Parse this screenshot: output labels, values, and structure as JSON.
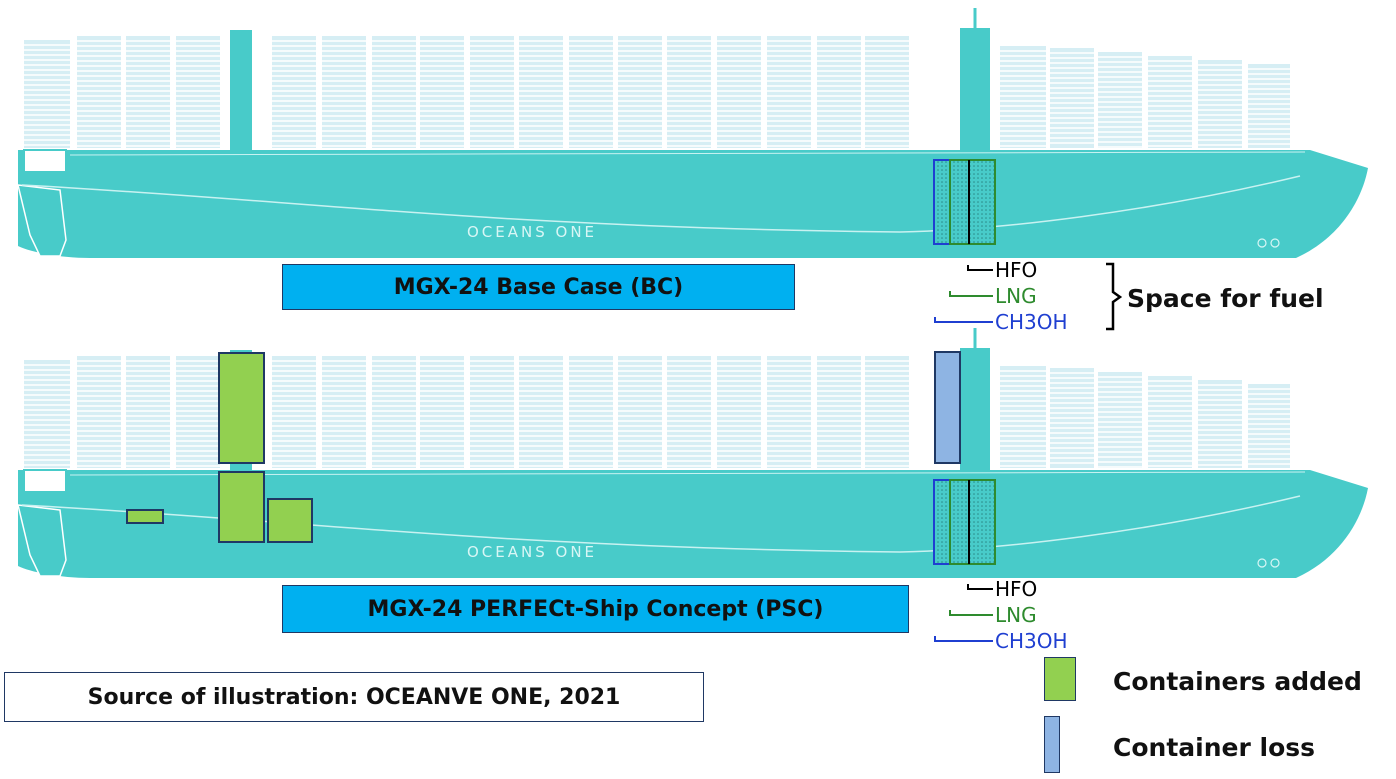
{
  "colors": {
    "hull": "#48cbc9",
    "container_stack": "#d6eef4",
    "container_line": "#ffffff",
    "title_box": "#00b0f0",
    "added": "#92d050",
    "loss": "#8eb4e3",
    "hfo": "#000000",
    "lng": "#2e8b2e",
    "ch3oh": "#1f3fd1",
    "border": "#1f3864"
  },
  "ship_bc": {
    "hull_text": "OCEANS ONE",
    "title": "MGX-24 Base Case (BC)"
  },
  "ship_psc": {
    "hull_text": "OCEANS ONE",
    "title": "MGX-24 PERFECt-Ship Concept (PSC)"
  },
  "fuel_labels": {
    "hfo": "HFO",
    "lng": "LNG",
    "ch3oh": "CH3OH",
    "space_for_fuel": "Space for fuel"
  },
  "legend": {
    "added": "Containers added",
    "loss": "Container loss"
  },
  "source": "Source of illustration: OCEANVE ONE, 2021"
}
